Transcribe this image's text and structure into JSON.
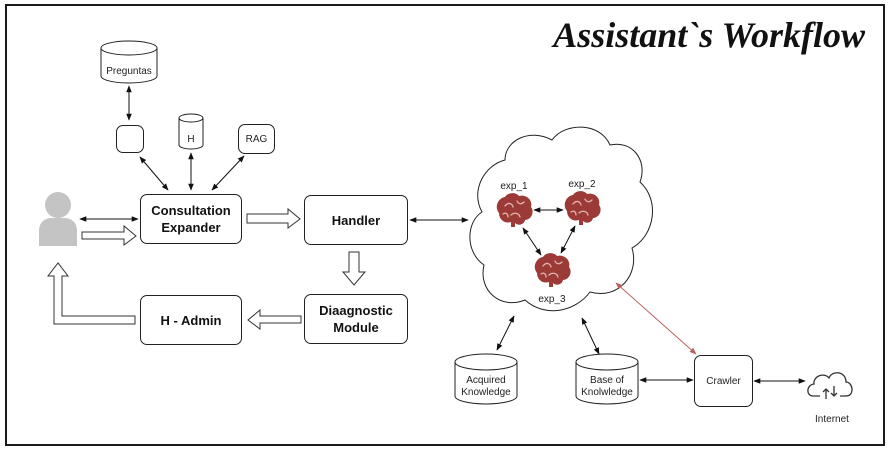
{
  "title": "Assistant`s Workflow",
  "nodes": {
    "preguntas": "Preguntas",
    "h_db": "H",
    "rag": "RAG",
    "consultation_expander": "Consultation Expander",
    "handler": "Handler",
    "diagnostic_module": "Diaagnostic Module",
    "h_admin": "H - Admin",
    "acquired_knowledge": "Acquired Knowledge",
    "base_of_knowledge": "Base of Knolwledge",
    "crawler": "Crawler",
    "internet": "Internet"
  },
  "experts": [
    "exp_1",
    "exp_2",
    "exp_3"
  ],
  "colors": {
    "brain": "#9b3a36",
    "crawler_link": "#b5605a",
    "user_icon": "#c4c4c4"
  }
}
